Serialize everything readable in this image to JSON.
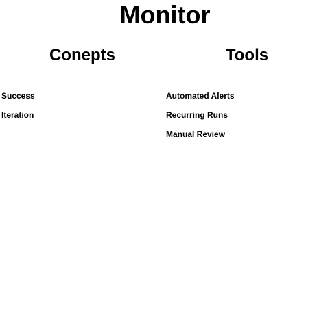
{
  "title": "Monitor",
  "columns": [
    {
      "heading": "Conepts",
      "items": [
        "Success",
        "Iteration"
      ]
    },
    {
      "heading": "Tools",
      "items": [
        "Automated Alerts",
        "Recurring Runs",
        "Manual Review"
      ]
    }
  ]
}
